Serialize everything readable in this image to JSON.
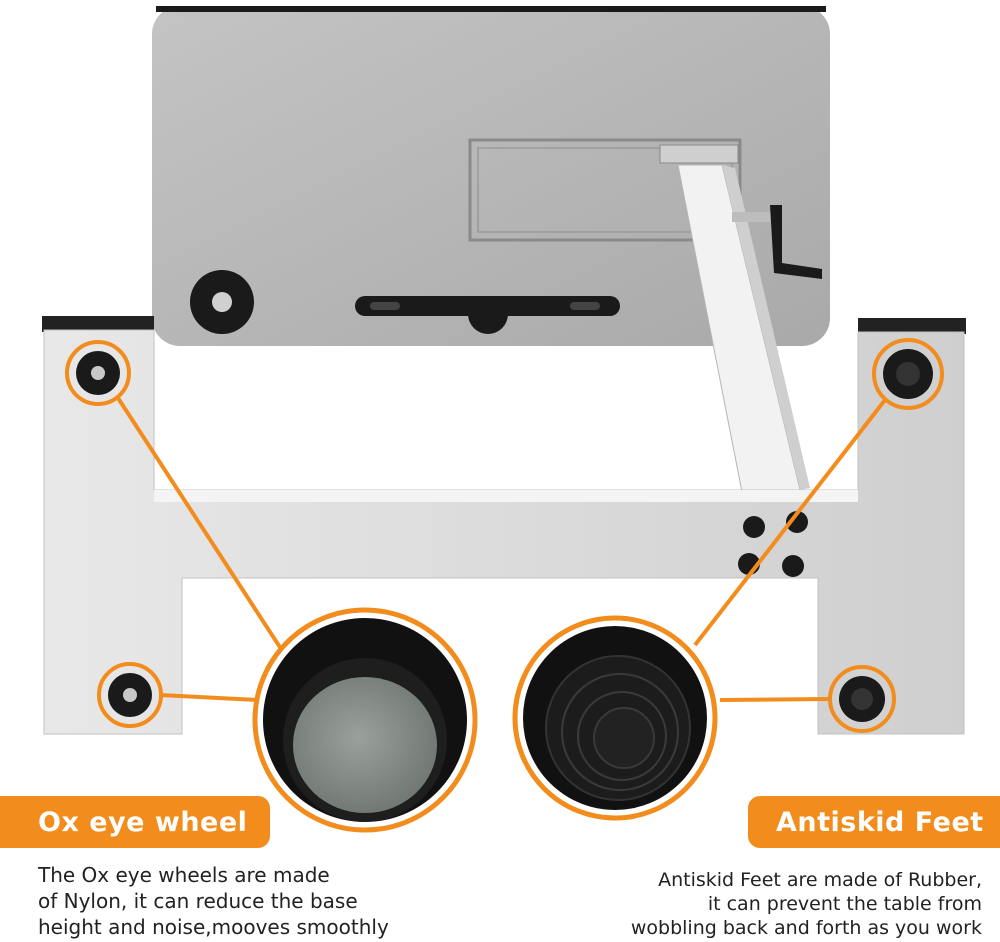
{
  "features": {
    "left": {
      "title": "Ox eye wheel",
      "description_lines": [
        "The Ox eye wheels are made",
        "of Nylon, it can reduce the base",
        "height and noise,mooves smoothly"
      ]
    },
    "right": {
      "title": "Antiskid Feet",
      "description_lines": [
        "Antiskid Feet are made of Rubber,",
        "it can prevent the table from",
        "wobbling back and forth as you work"
      ]
    }
  },
  "colors": {
    "accent": "#f28c1c",
    "frame": "#d9d9d9",
    "tabletop": "#bdbdbd",
    "rubber": "#111111"
  }
}
